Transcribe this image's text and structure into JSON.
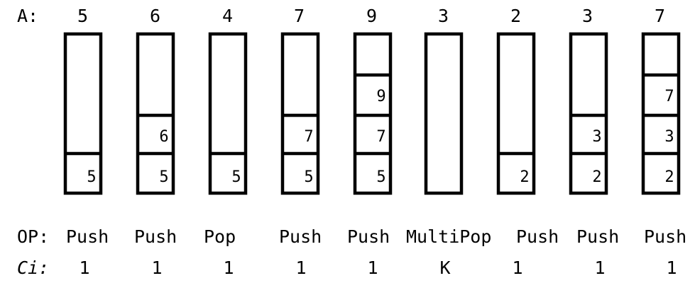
{
  "labels": {
    "array": "A:",
    "op": "OP:",
    "cost": "Ci:"
  },
  "steps": [
    {
      "a": "5",
      "stack": [
        "5"
      ],
      "op": "Push",
      "cost": "1"
    },
    {
      "a": "6",
      "stack": [
        "5",
        "6"
      ],
      "op": "Push",
      "cost": "1"
    },
    {
      "a": "4",
      "stack": [
        "5"
      ],
      "op": "Pop",
      "cost": "1"
    },
    {
      "a": "7",
      "stack": [
        "5",
        "7"
      ],
      "op": "Push",
      "cost": "1"
    },
    {
      "a": "9",
      "stack": [
        "5",
        "7",
        "9"
      ],
      "op": "Push",
      "cost": "1"
    },
    {
      "a": "3",
      "stack": [],
      "op": "MultiPop",
      "cost": "K"
    },
    {
      "a": "2",
      "stack": [
        "2"
      ],
      "op": "Push",
      "cost": "1"
    },
    {
      "a": "3",
      "stack": [
        "2",
        "3"
      ],
      "op": "Push",
      "cost": "1"
    },
    {
      "a": "7",
      "stack": [
        "2",
        "3",
        "7"
      ],
      "op": "Push",
      "cost": "1"
    }
  ]
}
